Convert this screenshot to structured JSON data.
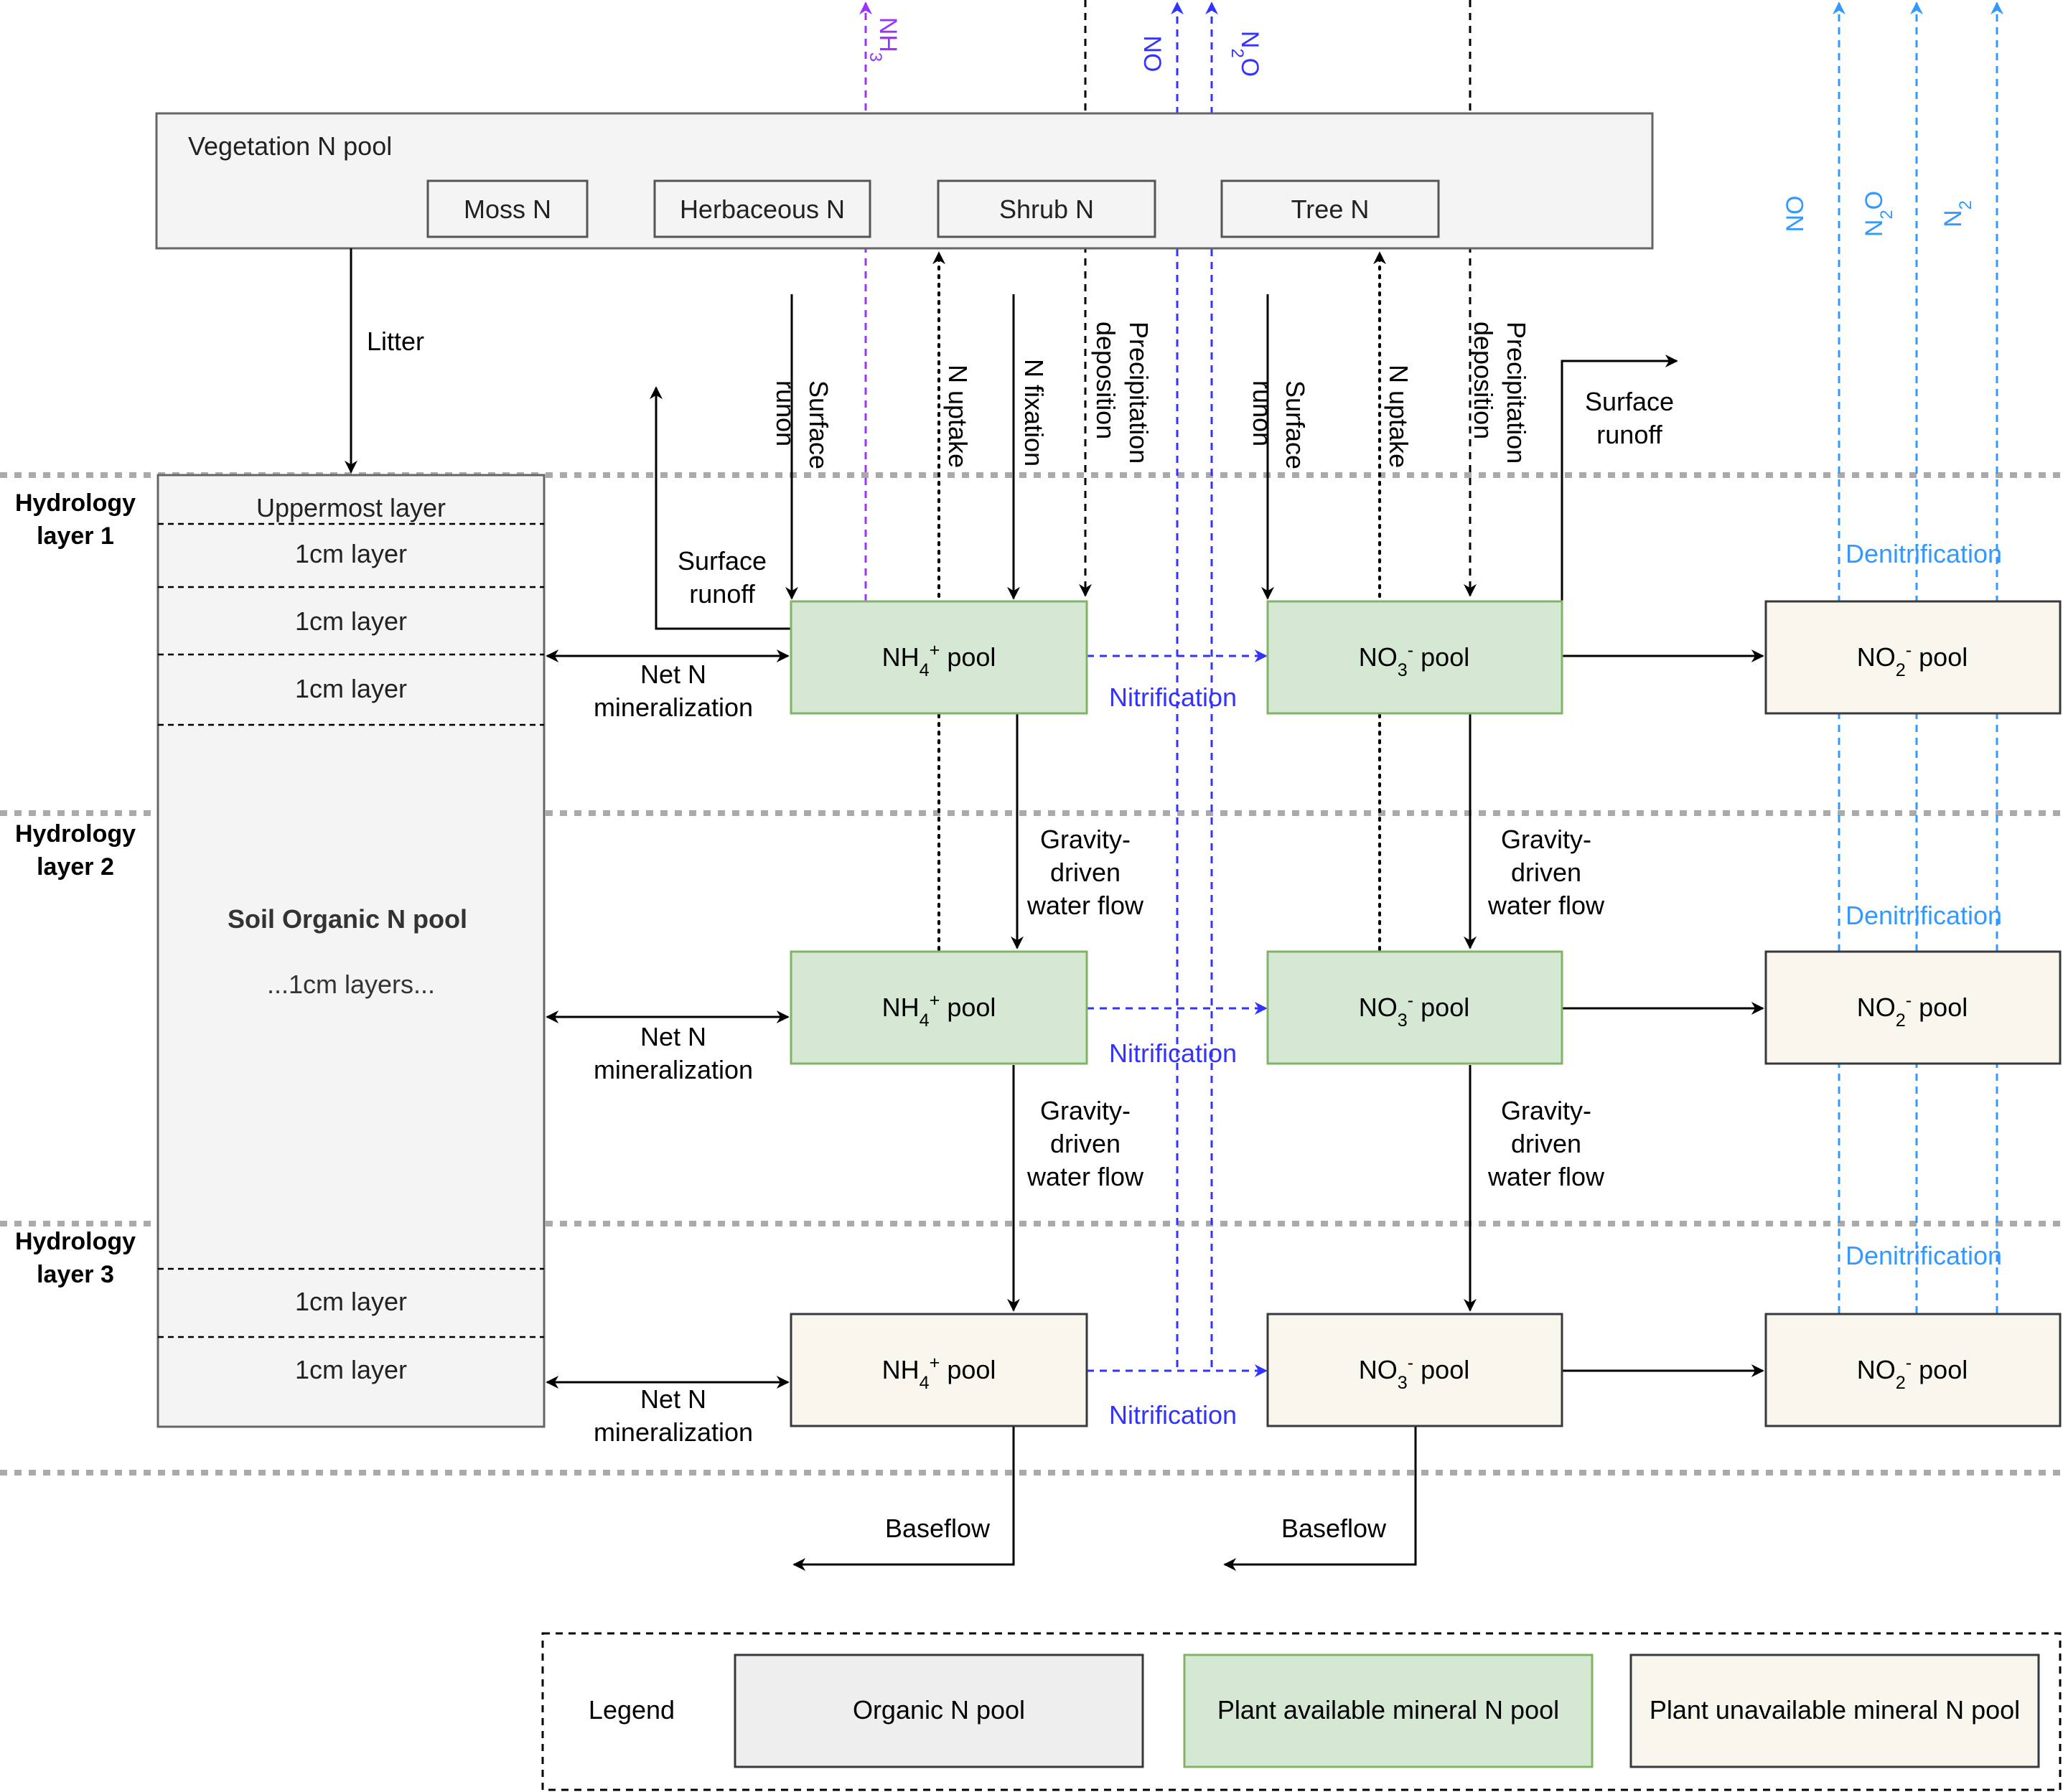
{
  "colors": {
    "organic_fill": "#f4f4f4",
    "organic_stroke": "#666666",
    "available_fill": "#d5e8d4",
    "available_stroke": "#82b366",
    "unavailable_fill": "#f9f7ed",
    "unavailable_stroke": "#36393d",
    "nitrification": "#3333ff",
    "denitrification": "#3399ff",
    "ammonia": "#9933ff",
    "legend_organic_fill": "#eeeeee"
  },
  "vegetation": {
    "title": "Vegetation N pool",
    "moss": "Moss N",
    "herbaceous": "Herbaceous N",
    "shrub": "Shrub N",
    "tree": "Tree N"
  },
  "gases": {
    "nh3": "NH3",
    "no": "NO",
    "n2o": "N2O",
    "n2": "N2"
  },
  "hydrology": {
    "layer1": [
      "Hydrology",
      "layer 1"
    ],
    "layer2": [
      "Hydrology",
      "layer 2"
    ],
    "layer3": [
      "Hydrology",
      "layer 3"
    ]
  },
  "soil": {
    "uppermost": "Uppermost layer",
    "cm_layer": "1cm layer",
    "title": "Soil Organic N pool",
    "subtitle": "...1cm layers..."
  },
  "pools": {
    "nh4": "NH4+ pool",
    "no3": "NO3- pool",
    "no2": "NO2- pool"
  },
  "fluxes": {
    "litter": "Litter",
    "surface_runoff": [
      "Surface",
      "runoff"
    ],
    "surface_runon": [
      "Surface",
      "runon"
    ],
    "n_uptake": "N uptake",
    "n_fixation": "N fixation",
    "precipitation_deposition": [
      "Precipitation",
      "deposition"
    ],
    "net_n_mineralization": [
      "Net N",
      "mineralization"
    ],
    "nitrification": "Nitrification",
    "denitrification": "Denitrification",
    "gravity_flow": [
      "Gravity-",
      "driven",
      "water flow"
    ],
    "baseflow": "Baseflow"
  },
  "legend": {
    "title": "Legend",
    "organic": "Organic N pool",
    "available": "Plant available mineral N pool",
    "unavailable": "Plant unavailable mineral N pool"
  }
}
